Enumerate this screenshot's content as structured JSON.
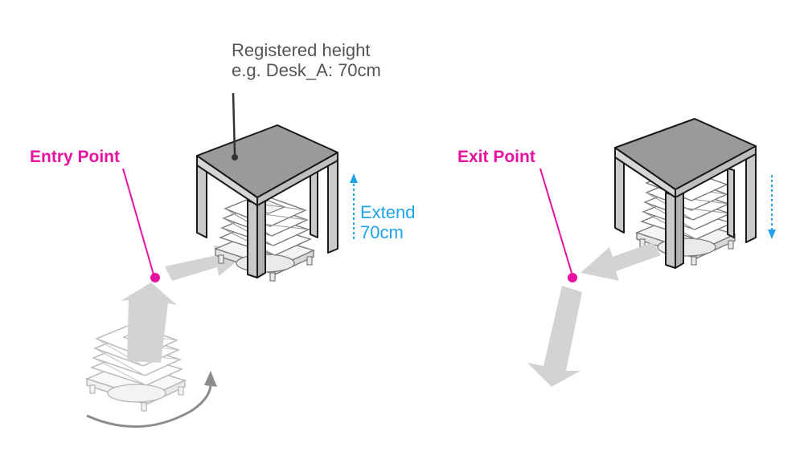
{
  "labels": {
    "entry_point": "Entry Point",
    "exit_point": "Exit Point",
    "registered_height_line1": "Registered height",
    "registered_height_line2": "e.g. Desk_A: 70cm",
    "extend_line1": "Extend",
    "extend_line2": "70cm"
  },
  "colors": {
    "point_magenta": "#e6129f",
    "extend_blue": "#1fa3e8",
    "arrow_gray": "#d3d3d3",
    "desk_top": "#9a9a9a",
    "desk_leg": "#c9c9c9",
    "outline": "#1a1a1a"
  }
}
